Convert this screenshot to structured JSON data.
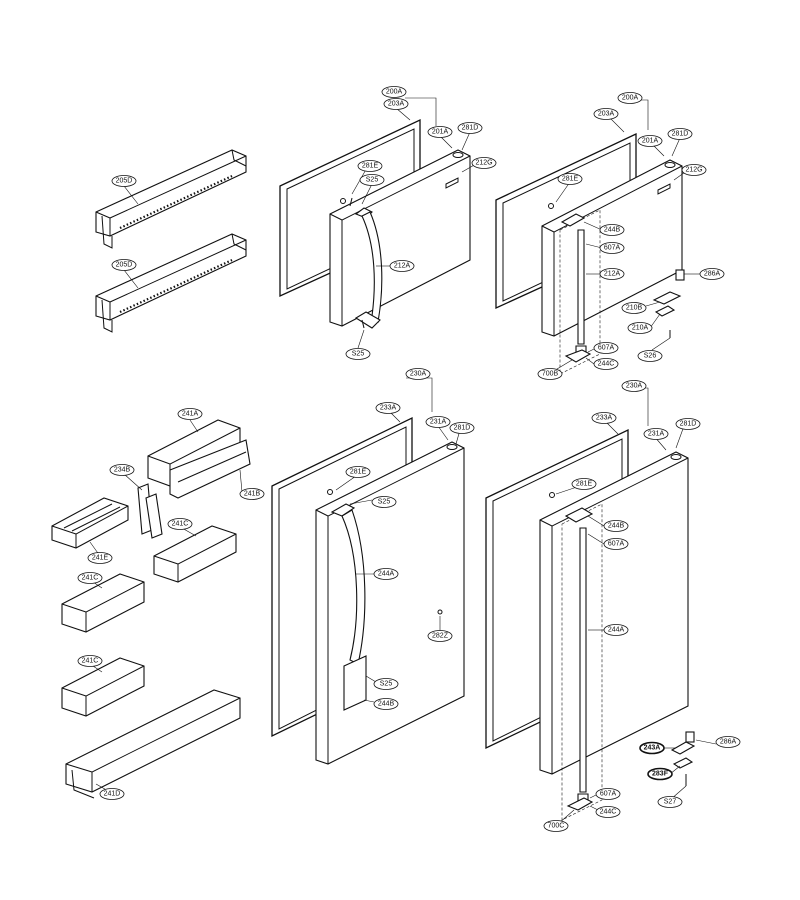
{
  "labels": {
    "205D_a": "205D",
    "205D_b": "205D",
    "200A_a": "200A",
    "203A_a": "203A",
    "201A_a": "201A",
    "281D_a": "281D",
    "212G_a": "212G",
    "281E_a": "281E",
    "S25_a": "S25",
    "212A_a": "212A",
    "S25_b": "S25",
    "200A_b": "200A",
    "203A_b": "203A",
    "201A_b": "201A",
    "281D_b": "281D",
    "212G_b": "212G",
    "281E_b": "281E",
    "244B_a": "244B",
    "607A_a": "607A",
    "212A_b": "212A",
    "286A_a": "286A",
    "210B_a": "210B",
    "210A_a": "210A",
    "S26_a": "S26",
    "607A_b": "607A",
    "700B_a": "700B",
    "244C_a": "244C",
    "241A_a": "241A",
    "234B_a": "234B",
    "241B_a": "241B",
    "241C_a": "241C",
    "241E_a": "241E",
    "241C_b": "241C",
    "241C_c": "241C",
    "241D_a": "241D",
    "230A_a": "230A",
    "233A_a": "233A",
    "231A_a": "231A",
    "281D_c": "281D",
    "281E_c": "281E",
    "S25_c": "S25",
    "244A_a": "244A",
    "282Z_a": "282Z",
    "S25_d": "S25",
    "244B_b": "244B",
    "230A_b": "230A",
    "233A_b": "233A",
    "231A_b": "231A",
    "281D_d": "281D",
    "281E_d": "281E",
    "244B_c": "244B",
    "607A_c": "607A",
    "244A_b": "244A",
    "243A_a": "243A",
    "286A_b": "286A",
    "283F_a": "283F",
    "S27_a": "S27",
    "607A_d": "607A",
    "700C_a": "700C",
    "244C_b": "244C"
  }
}
